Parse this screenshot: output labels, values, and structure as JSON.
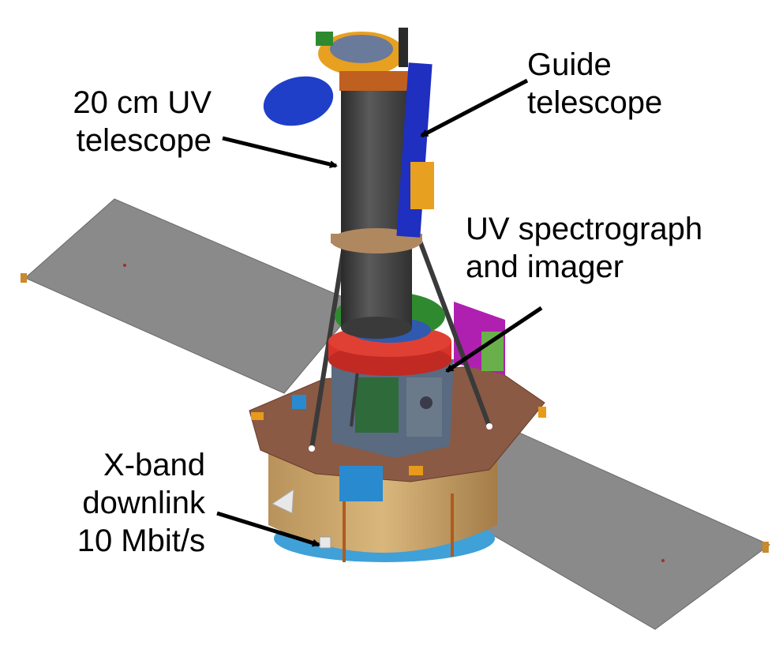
{
  "labels": {
    "uv_telescope": [
      "20 cm UV",
      "telescope"
    ],
    "guide_telescope": [
      "Guide",
      "telescope"
    ],
    "spectrograph": [
      "UV spectrograph",
      "and imager"
    ],
    "downlink": [
      "X-band",
      "downlink",
      "10 Mbit/s"
    ]
  },
  "colors": {
    "solar_panel": "#808080",
    "telescope_tube": "#4a4a4a",
    "guide_telescope": "#1f2fc0",
    "bus_top": "#8a5a44",
    "bus_side": "#c9a66b",
    "red_ring": "#d8322a",
    "spectrograph_box": "#b020b0",
    "bracket": "#5a6a80",
    "accent_blue": "#2a8ad0",
    "accent_orange": "#e89a1a",
    "base_ring": "#40a0d8",
    "green": "#2f8a2f"
  }
}
